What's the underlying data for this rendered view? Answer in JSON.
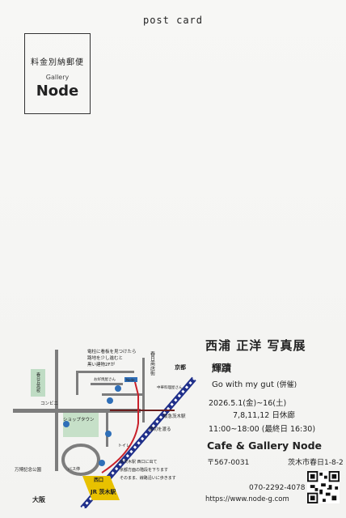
{
  "header": {
    "post_card": "post card"
  },
  "postage": {
    "line1": "料金別納郵便",
    "line2": "Gallery",
    "line3": "Node"
  },
  "exhibition": {
    "title": "西浦 正洋  写真展",
    "subtitle": "輝蹟",
    "subtitle_en": "Go with my gut",
    "cohost": "(併催)",
    "dates": "2026.5.1(金)~16(土)",
    "closed_dates": "7,8,11,12 日休廊",
    "hours": "11:00~18:00 (最終日 16:30)"
  },
  "venue": {
    "name": "Cafe & Gallery Node",
    "postal": "〒567-0031",
    "address": "茨木市春日1-8-2",
    "phone": "070-2292-4078",
    "url": "https://www.node-g.com"
  },
  "map": {
    "note_1": "電柱に看板を見つけたら",
    "note_2": "路地を少し進むと",
    "note_3": "黒い建物2Fが",
    "note_node": "Node",
    "label_shopping_1": "春日商店街",
    "label_kyoto": "京都",
    "label_kasugaoka_park": "春日丘高校",
    "label_konbini": "コンビニ",
    "label_shop_town": "ショップタウン",
    "label_hankyu": "阪急茨木駅",
    "label_crossing": "踏切を渡る",
    "label_manpaku": "万博記念公園",
    "label_bus": "バス停",
    "label_west_exit": "西口",
    "label_jr_station": "JR 茨木駅",
    "label_osaka": "大阪",
    "label_okonomi": "お好焼屋さん",
    "label_chuka": "中華料理屋さん",
    "label_toilet": "トイレ",
    "dir_1": "JR茨木駅 西口に出て",
    "dir_2": "京都方面の階段を下ります",
    "dir_3": "そのまま、線路沿いに歩きます",
    "parking": "P"
  }
}
